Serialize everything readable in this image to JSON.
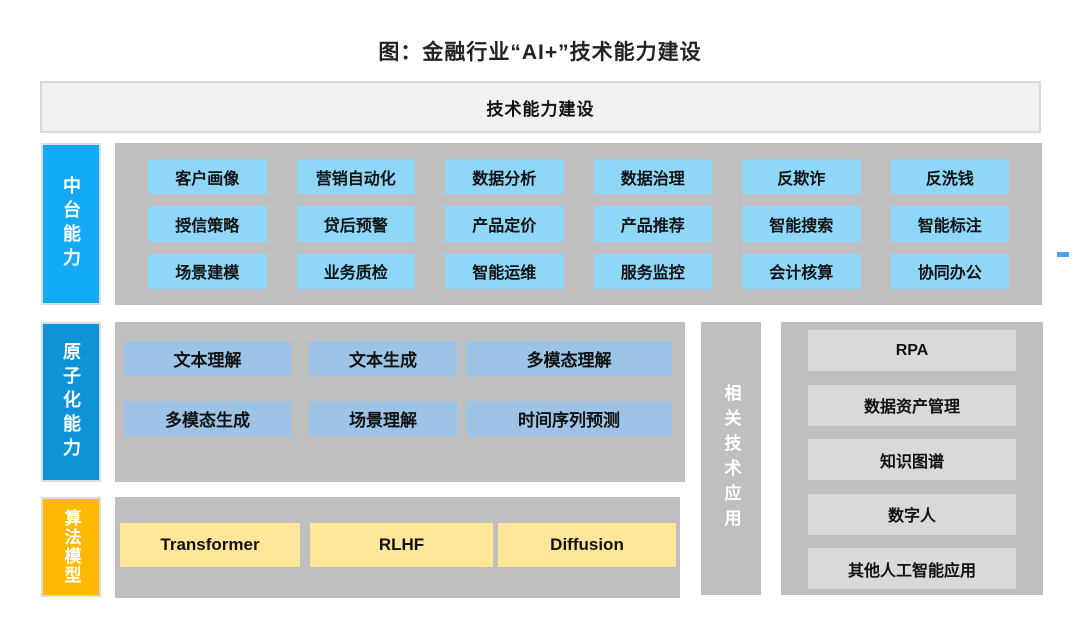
{
  "figure": {
    "title": "图：金融行业“AI+”技术能力建设",
    "header": "技术能力建设"
  },
  "sections": {
    "midplatform": {
      "label": "中台能力",
      "cells": [
        "客户画像",
        "营销自动化",
        "数据分析",
        "数据治理",
        "反欺诈",
        "反洗钱",
        "授信策略",
        "贷后预警",
        "产品定价",
        "产品推荐",
        "智能搜索",
        "智能标注",
        "场景建模",
        "业务质检",
        "智能运维",
        "服务监控",
        "会计核算",
        "协同办公"
      ]
    },
    "atomic": {
      "label": "原子化能力",
      "cells": [
        "文本理解",
        "文本生成",
        "多模态理解",
        "多模态生成",
        "场景理解",
        "时间序列预测"
      ]
    },
    "models": {
      "label": "算法模型",
      "cells": [
        "Transformer",
        "RLHF",
        "Diffusion"
      ]
    },
    "related": {
      "label": "相关技术应用",
      "cells": [
        "RPA",
        "数据资产管理",
        "知识图谱",
        "数字人",
        "其他人工智能应用"
      ]
    }
  },
  "colors": {
    "accent_blue_bright": "#12aaf5",
    "accent_blue_deep": "#0e93d8",
    "accent_orange": "#ffb900",
    "panel_gray": "#bfbfbf",
    "cell_cyan": "#8fd7f8",
    "cell_blue": "#9dc3e6",
    "cell_yellow": "#ffe699",
    "cell_light_gray": "#d9d9d9",
    "header_fill": "#f1f1f1"
  }
}
